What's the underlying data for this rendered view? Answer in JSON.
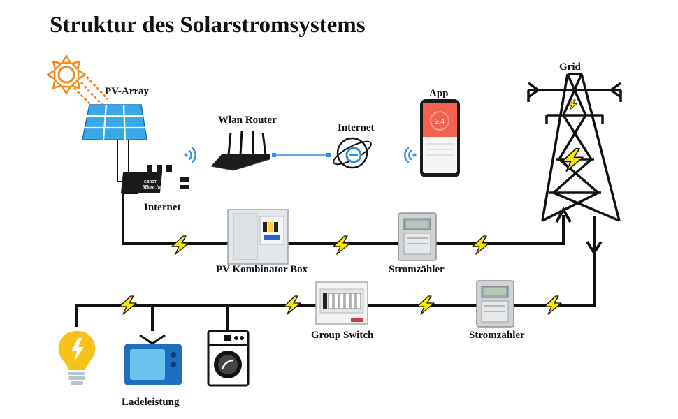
{
  "title": "Struktur des Solarstromsystems",
  "labels": {
    "pv_array": "PV-Array",
    "wlan_router": "Wlan Router",
    "internet_cloud": "Internet",
    "app": "App",
    "grid": "Grid",
    "inverter_internet": "Internet",
    "pv_combiner": "PV Kombinator Box",
    "meter_top": "Stromzähler",
    "group_switch": "Group Switch",
    "meter_bottom": "Stromzähler",
    "load": "Ladeleistung"
  },
  "device_text": {
    "inverter_brand": "GBRDT",
    "inverter_model": "Micro Inverter",
    "phone_value": "3.4"
  },
  "colors": {
    "sun": "#f08a1c",
    "panel": "#38a8e8",
    "bolt": "#ffe600",
    "screen": "#f2624f",
    "tv": "#1f6fbf",
    "bulb": "#f6c21a",
    "wifi": "#2d8fe6"
  },
  "icons": [
    "sun-icon",
    "solar-panel-icon",
    "micro-inverter-icon",
    "router-icon",
    "globe-icon",
    "phone-icon",
    "power-tower-icon",
    "combiner-box-icon",
    "energy-meter-icon",
    "breaker-panel-icon",
    "light-bulb-icon",
    "tv-icon",
    "washing-machine-icon",
    "wifi-icon",
    "lightning-bolt-icon"
  ]
}
